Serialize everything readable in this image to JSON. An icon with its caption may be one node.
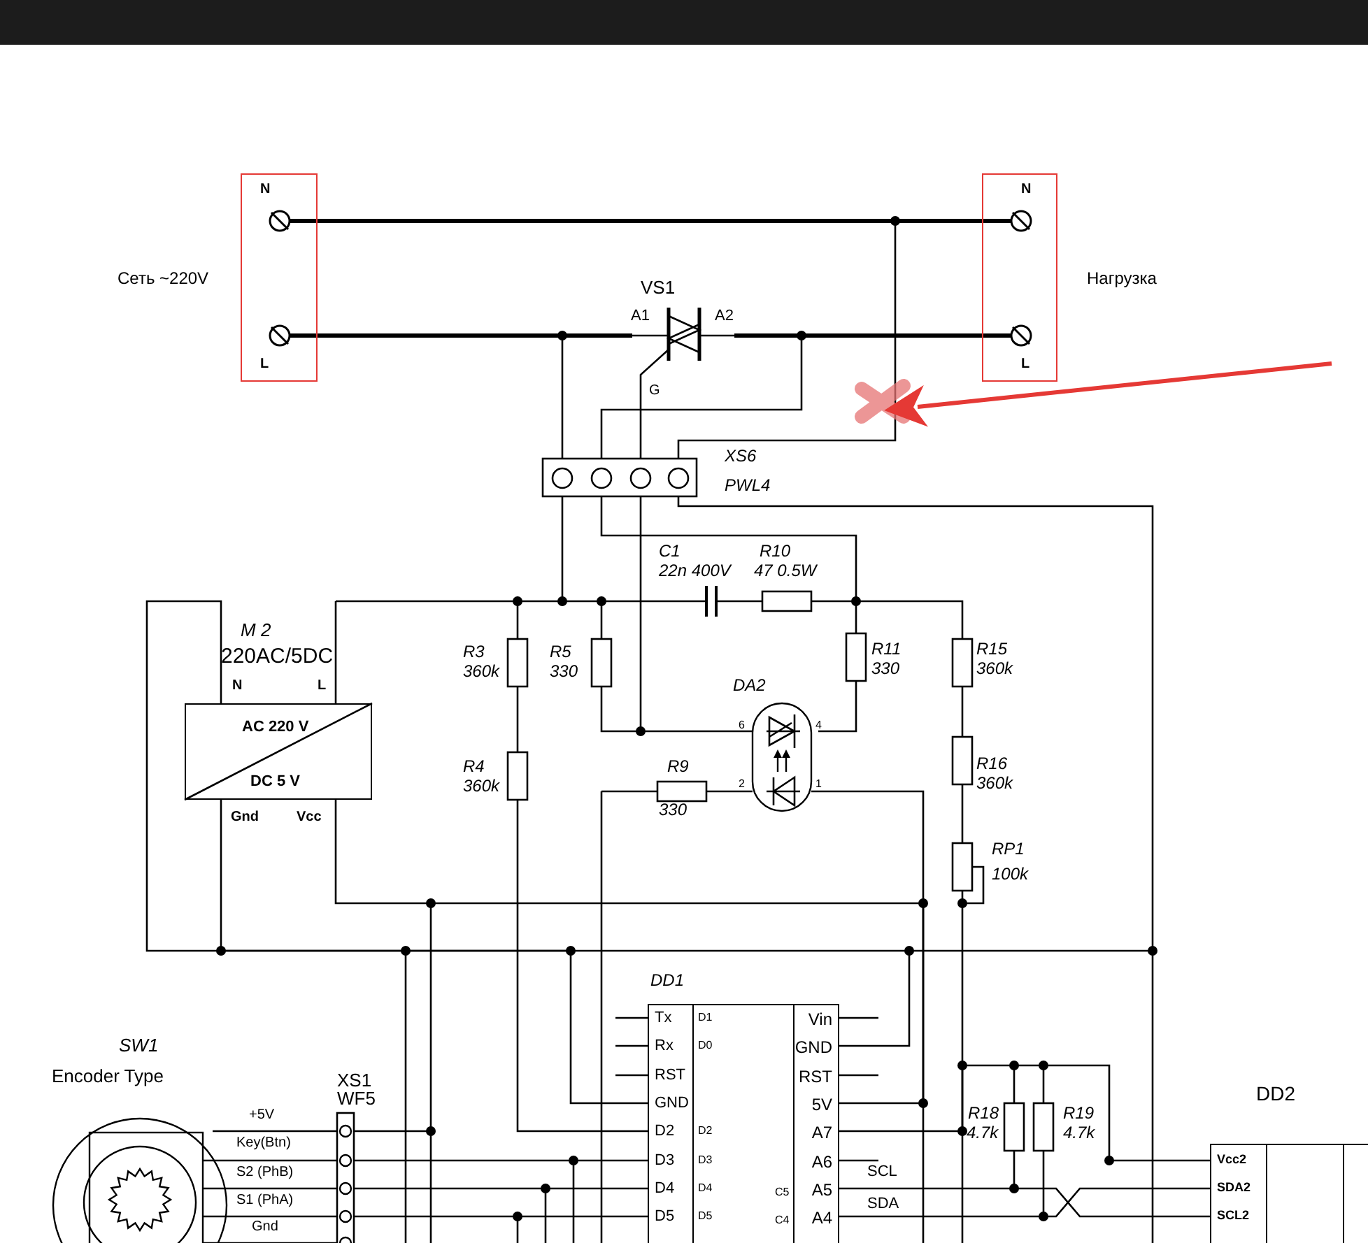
{
  "diagram": {
    "nodes": [
      {
        "text": [
          "N",
          "L"
        ],
        "beside": [
          "Сеть ~220V"
        ]
      },
      {
        "text": [
          "N",
          "L"
        ],
        "beside": [
          "Нагрузка"
        ]
      },
      {
        "text": [
          "AC 220 V",
          "DC 5 V"
        ],
        "beside": [
          "M 2",
          "220AC/5DC",
          "N",
          "L",
          "Gnd",
          "Vcc"
        ]
      },
      {
        "text": [
          "Tx",
          "D1",
          "Vin",
          "Rx",
          "D0",
          "GND",
          "RST",
          "RST",
          "GND",
          "5V",
          "D2",
          "D2",
          "A7",
          "D3",
          "D3",
          "A6",
          "D4",
          "D4",
          "C5",
          "A5",
          "D5",
          "D5",
          "C4",
          "A4"
        ],
        "beside": [
          "DD1"
        ]
      },
      {
        "text": [
          "Vcc2",
          "SDA2",
          "SCL2"
        ],
        "beside": [
          "DD2"
        ]
      },
      {
        "text": [],
        "shape": "cross"
      }
    ],
    "edges": [
      {
        "from": null,
        "to": 5,
        "arrow": "to",
        "style": "thick",
        "color": "#e53935"
      },
      {
        "from": 0,
        "to": 1,
        "arrow": "none",
        "style": "thick"
      },
      {
        "from": 2,
        "to": 3,
        "arrow": "none"
      },
      {
        "from": 2,
        "to": 3,
        "arrow": "none"
      },
      {
        "from": 3,
        "to": 4,
        "arrow": "none"
      },
      {
        "from": 3,
        "to": 4,
        "arrow": "none"
      },
      {
        "from": 3,
        "to": 4,
        "arrow": "none"
      }
    ],
    "labels": [
      "VS1",
      "A1",
      "A2",
      "G",
      "XS6",
      "PWL4",
      "C1",
      "22n 400V",
      "R10",
      "47 0.5W",
      "R3",
      "360k",
      "R5",
      "330",
      "R11",
      "330",
      "R15",
      "360k",
      "DA2",
      "6",
      "4",
      "R4",
      "360k",
      "R9",
      "2",
      "1",
      "R16",
      "360k",
      "330",
      "RP1",
      "100k",
      "SW1",
      "Encoder Type",
      "XS1",
      "WF5",
      "+5V",
      "R18",
      "4.7k",
      "R19",
      "4.7k",
      "Key(Btn)",
      "SCL",
      "S2 (PhB)",
      "SDA",
      "S1 (PhA)",
      "Gnd"
    ]
  }
}
